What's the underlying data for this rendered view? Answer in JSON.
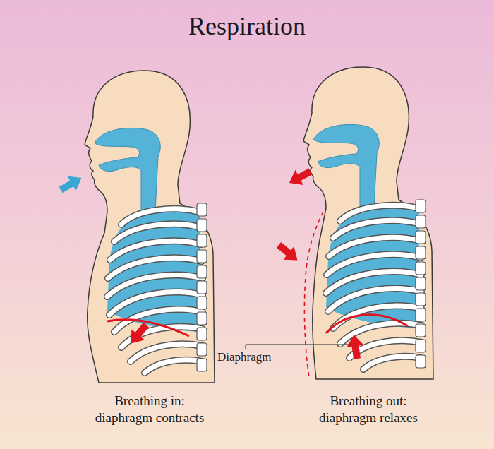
{
  "diagram": {
    "title": "Respiration",
    "labels": [
      "Diaphragm",
      "Breathing in: diaphragm contracts",
      "Breathing out: diaphragm relaxes"
    ]
  }
}
